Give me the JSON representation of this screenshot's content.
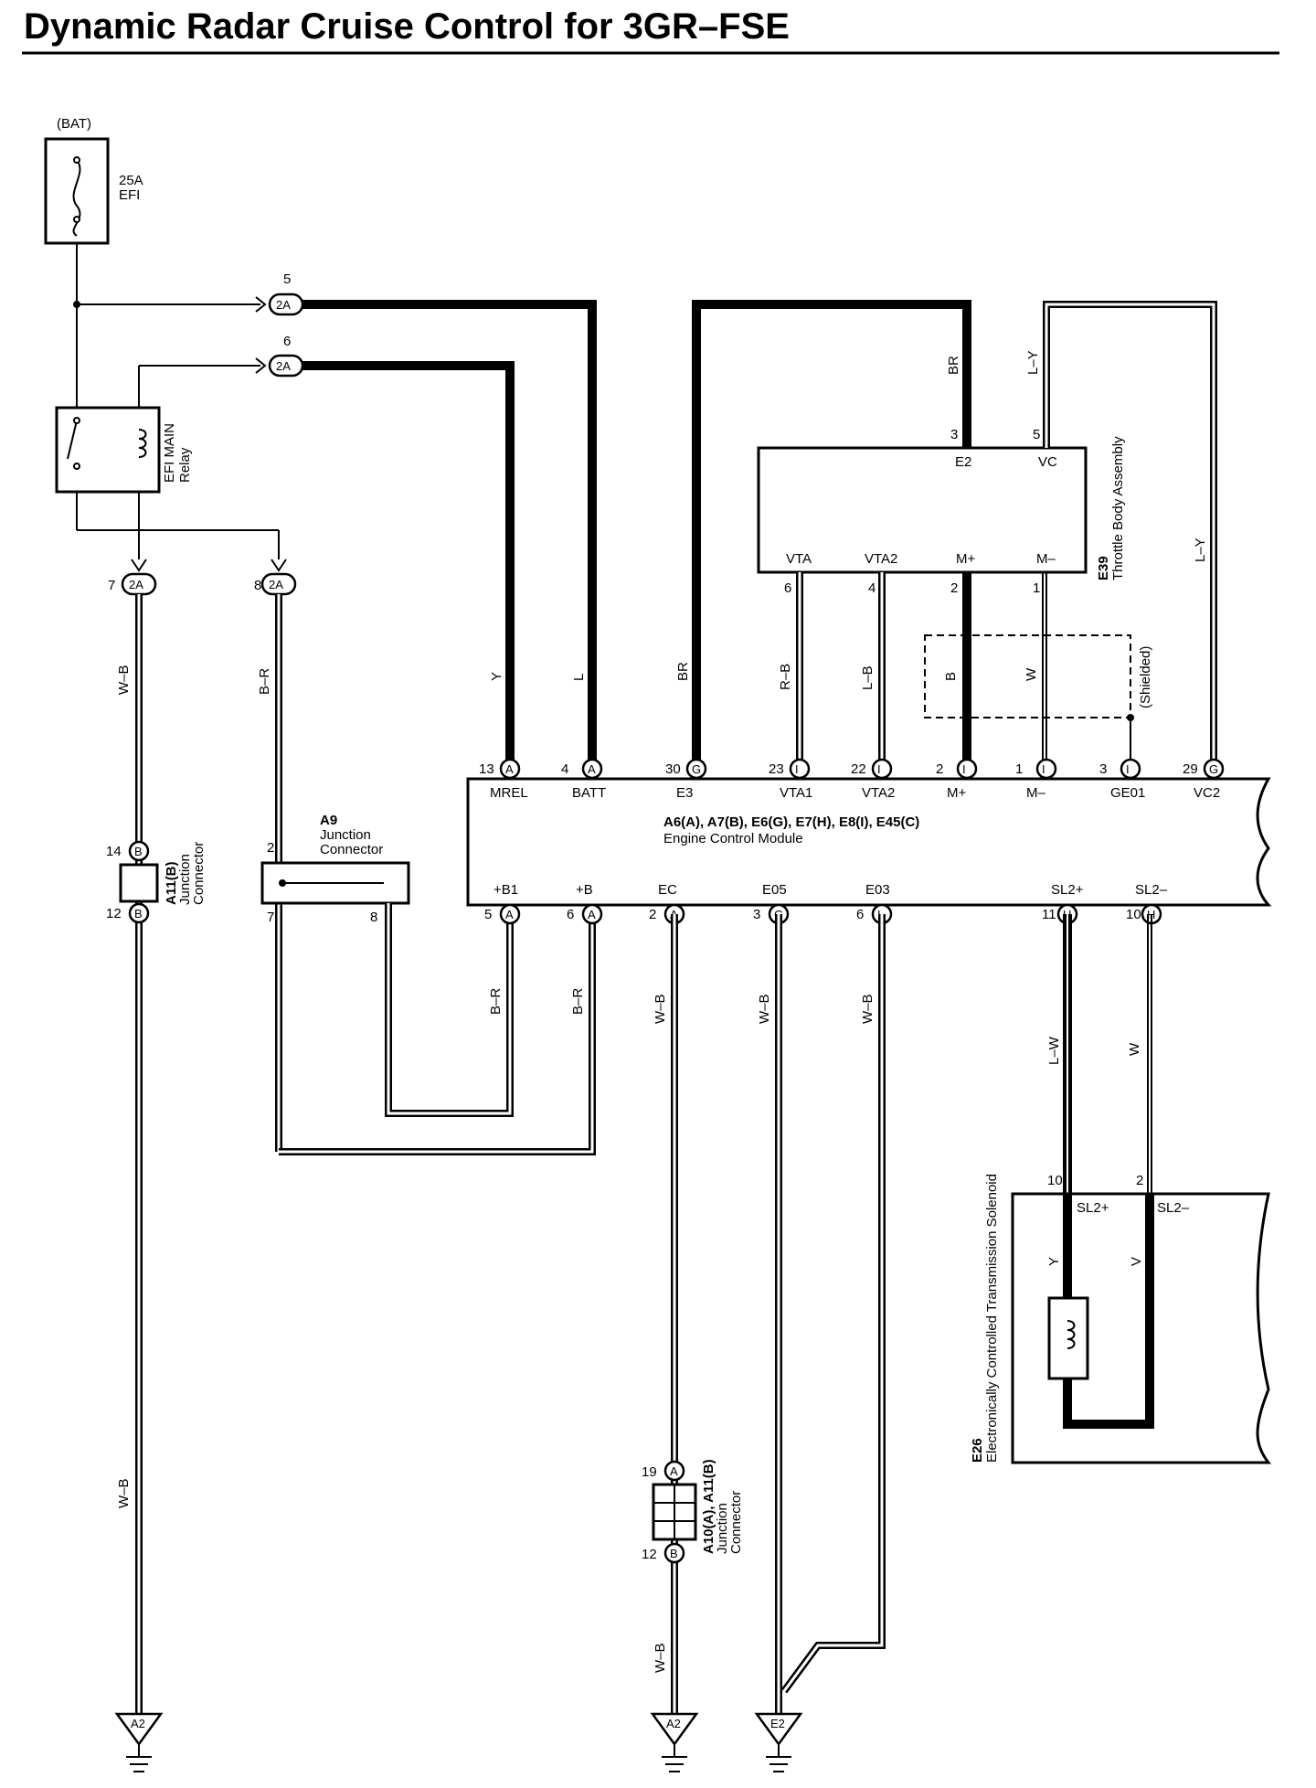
{
  "title": "Dynamic Radar Cruise Control for 3GR–FSE",
  "fuse": {
    "source": "(BAT)",
    "rating": "25A",
    "name": "EFI"
  },
  "relay": {
    "name": "EFI MAIN",
    "type": "Relay"
  },
  "junction_2a": [
    {
      "pin": "5",
      "code": "2A"
    },
    {
      "pin": "6",
      "code": "2A"
    },
    {
      "pin": "7",
      "code": "2A"
    },
    {
      "pin": "8",
      "code": "2A"
    }
  ],
  "junction_a9": {
    "code": "A9",
    "name": "Junction",
    "type": "Connector",
    "pins": [
      "2",
      "7",
      "8"
    ]
  },
  "junction_a11_left": {
    "code": "A11(B)",
    "name": "Junction",
    "type": "Connector",
    "pin_top": "14",
    "pin_top_letter": "B",
    "pin_bottom": "12",
    "pin_bottom_letter": "B"
  },
  "junction_a10": {
    "code": "A10(A), A11(B)",
    "name": "Junction",
    "type": "Connector",
    "pin_top": "19",
    "pin_top_letter": "A",
    "pin_bottom": "12",
    "pin_bottom_letter": "B"
  },
  "throttle": {
    "code": "E39",
    "name": "Throttle Body Assembly",
    "top_pins": [
      {
        "num": "3",
        "name": "E2"
      },
      {
        "num": "5",
        "name": "VC"
      }
    ],
    "bottom_pins": [
      {
        "num": "6",
        "name": "VTA"
      },
      {
        "num": "4",
        "name": "VTA2"
      },
      {
        "num": "2",
        "name": "M+"
      },
      {
        "num": "1",
        "name": "M–"
      }
    ],
    "shield_label": "(Shielded)"
  },
  "ecm": {
    "codes": "A6(A), A7(B), E6(G), E7(H), E8(I), E45(C)",
    "name": "Engine Control Module",
    "top_pins": [
      {
        "num": "13",
        "letter": "A",
        "name": "MREL"
      },
      {
        "num": "4",
        "letter": "A",
        "name": "BATT"
      },
      {
        "num": "30",
        "letter": "G",
        "name": "E3"
      },
      {
        "num": "23",
        "letter": "I",
        "name": "VTA1"
      },
      {
        "num": "22",
        "letter": "I",
        "name": "VTA2"
      },
      {
        "num": "2",
        "letter": "I",
        "name": "M+"
      },
      {
        "num": "1",
        "letter": "I",
        "name": "M–"
      },
      {
        "num": "3",
        "letter": "I",
        "name": "GE01"
      },
      {
        "num": "29",
        "letter": "G",
        "name": "VC2"
      }
    ],
    "bottom_pins": [
      {
        "num": "5",
        "letter": "A",
        "name": "+B1"
      },
      {
        "num": "6",
        "letter": "A",
        "name": "+B"
      },
      {
        "num": "2",
        "letter": "A",
        "name": "EC"
      },
      {
        "num": "3",
        "letter": "C",
        "name": "E05"
      },
      {
        "num": "6",
        "letter": "I",
        "name": "E03"
      },
      {
        "num": "11",
        "letter": "H",
        "name": "SL2+"
      },
      {
        "num": "10",
        "letter": "H",
        "name": "SL2–"
      }
    ]
  },
  "solenoid": {
    "code": "E26",
    "name": "Electronically Controlled Transmission Solenoid",
    "pins": [
      {
        "num": "10",
        "name": "SL2+"
      },
      {
        "num": "2",
        "name": "SL2–"
      }
    ],
    "wire_left": "Y",
    "wire_right": "V"
  },
  "wire_colors": {
    "pin7": "W–B",
    "pin8": "B–R",
    "mrel": "Y",
    "batt": "L",
    "e3": "BR",
    "vta1": "R–B",
    "vta2": "L–B",
    "mplus": "B",
    "mminus": "W",
    "e2": "BR",
    "vc": "L–Y",
    "vc2": "L–Y",
    "b1": "B–R",
    "b": "B–R",
    "ec": "W–B",
    "e05": "W–B",
    "e03": "W–B",
    "sl2p": "L–W",
    "sl2m": "W",
    "left_ground": "W–B",
    "mid_ground": "W–B"
  },
  "grounds": [
    "A2",
    "A2",
    "E2"
  ]
}
